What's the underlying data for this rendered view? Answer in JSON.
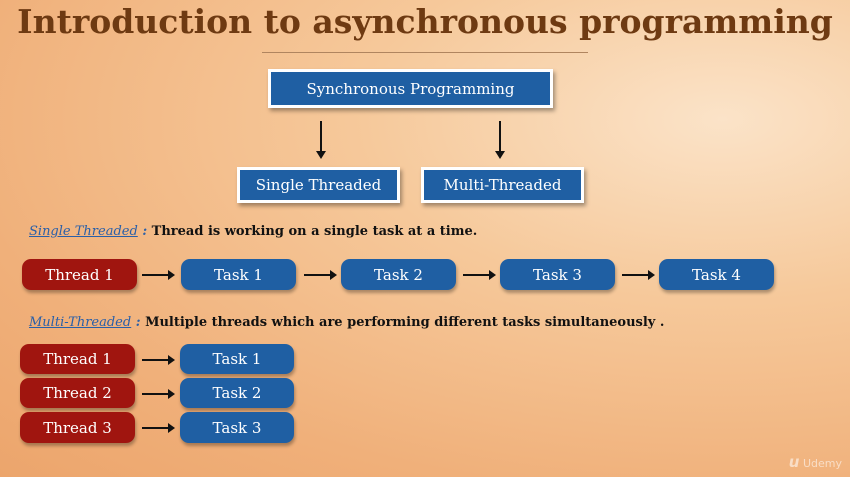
{
  "title": "Introduction to asynchronous programming",
  "diagram": {
    "root": "Synchronous Programming",
    "children": [
      "Single Threaded",
      "Multi-Threaded"
    ]
  },
  "single": {
    "term": "Single Threaded",
    "sep": ":",
    "desc": "Thread is working on a single task at a time.",
    "thread": "Thread 1",
    "tasks": [
      "Task 1",
      "Task 2",
      "Task 3",
      "Task 4"
    ]
  },
  "multi": {
    "term": "Multi-Threaded",
    "sep": ":",
    "desc": "Multiple threads which are performing different tasks simultaneously .",
    "rows": [
      {
        "thread": "Thread 1",
        "task": "Task 1"
      },
      {
        "thread": "Thread 2",
        "task": "Task 2"
      },
      {
        "thread": "Thread 3",
        "task": "Task 3"
      }
    ]
  },
  "watermark": "Udemy",
  "colors": {
    "title": "#6e3a12",
    "blue": "#1f5fa3",
    "red": "#a0150f",
    "link": "#2a5fa8"
  }
}
